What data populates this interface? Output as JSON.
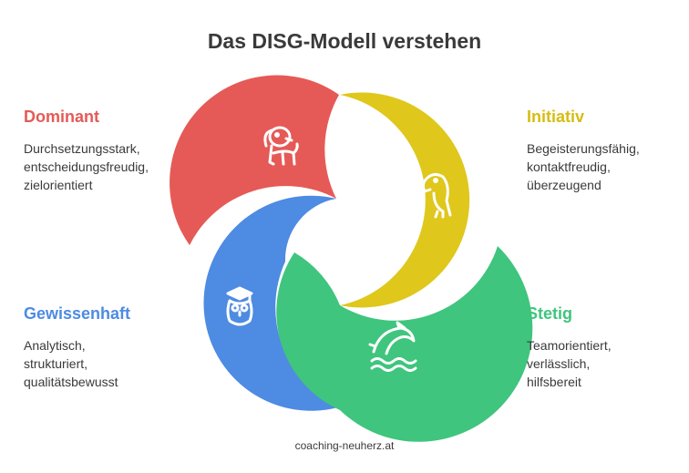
{
  "title": "Das DISG-Modell verstehen",
  "colors": {
    "dominant": "#e55a56",
    "initiativ": "#dfc71c",
    "gewissenhaft": "#4e8be2",
    "stetig": "#3fc57d"
  },
  "quadrants": {
    "dominant": {
      "label": "Dominant",
      "lines": [
        "Durchsetzungsstark,",
        "entscheidungsfreudig,",
        "zielorientiert"
      ],
      "icon": "dog-icon"
    },
    "initiativ": {
      "label": "Initiativ",
      "lines": [
        "Begeisterungsfähig,",
        "kontaktfreudig,",
        "überzeugend"
      ],
      "icon": "parrot-icon"
    },
    "gewissenhaft": {
      "label": "Gewissenhaft",
      "lines": [
        "Analytisch,",
        "strukturiert,",
        "qualitätsbewusst"
      ],
      "icon": "owl-icon"
    },
    "stetig": {
      "label": "Stetig",
      "lines": [
        "Teamorientiert,",
        "verlässlich,",
        "hilfsbereit"
      ],
      "icon": "dolphin-icon"
    }
  },
  "footer": "coaching-neuherz.at"
}
